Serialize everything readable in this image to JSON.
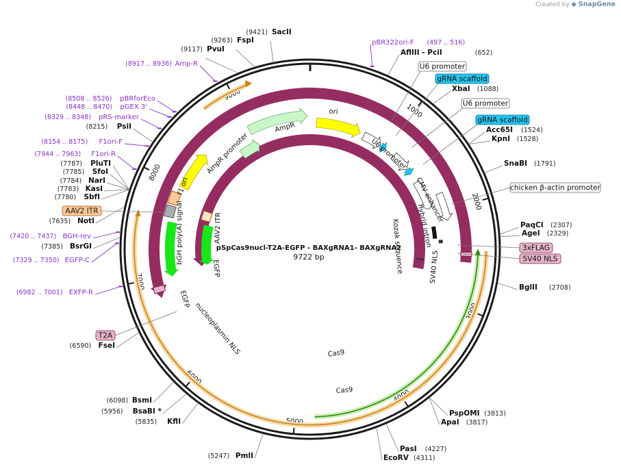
{
  "credit": {
    "prefix": "Created by",
    "brand": "SnapGene"
  },
  "plasmid": {
    "name": "pSpCas9nucl-T2A-EGFP - BAXgRNA1- BAXgRNA2",
    "length": "9722 bp"
  },
  "ticks": [
    "1000",
    "2000",
    "3000",
    "4000",
    "5000",
    "6000",
    "7000",
    "8000",
    "9000"
  ],
  "sites": [
    {
      "name": "SacII",
      "pos": "(9421)"
    },
    {
      "name": "FspI",
      "pos": "(9263)"
    },
    {
      "name": "PvuI",
      "pos": "(9117)"
    },
    {
      "name": "PsiI",
      "pos": "(8215)"
    },
    {
      "name": "PluTI",
      "pos": "(7787)"
    },
    {
      "name": "SfoI",
      "pos": "(7785)"
    },
    {
      "name": "NarI",
      "pos": "(7784)"
    },
    {
      "name": "KasI",
      "pos": "(7783)"
    },
    {
      "name": "SbfI",
      "pos": "(7780)"
    },
    {
      "name": "NotI",
      "pos": "(7635)"
    },
    {
      "name": "BsrGI",
      "pos": "(7385)"
    },
    {
      "name": "FseI",
      "pos": "(6590)"
    },
    {
      "name": "BsmI",
      "pos": "(6098)"
    },
    {
      "name": "BsaBI *",
      "pos": "(5956)"
    },
    {
      "name": "KflI",
      "pos": "(5835)"
    },
    {
      "name": "PmlI",
      "pos": "(5247)"
    },
    {
      "name": "AflIII  - PciI",
      "pos": "(652)"
    },
    {
      "name": "XbaI",
      "pos": "(1088)"
    },
    {
      "name": "Acc65I",
      "pos": "(1524)"
    },
    {
      "name": "KpnI",
      "pos": "(1528)"
    },
    {
      "name": "SnaBI",
      "pos": "(1791)"
    },
    {
      "name": "PaqCI",
      "pos": "(2307)"
    },
    {
      "name": "AgeI",
      "pos": "(2329)"
    },
    {
      "name": "BglII",
      "pos": "(2708)"
    },
    {
      "name": "PspOMI",
      "pos": "(3813)"
    },
    {
      "name": "ApaI",
      "pos": "(3817)"
    },
    {
      "name": "PasI",
      "pos": "(4227)"
    },
    {
      "name": "EcoRV",
      "pos": "(4311)"
    }
  ],
  "primers": [
    {
      "name": "Amp-R",
      "pos": "(8917 .. 8936)"
    },
    {
      "name": "pBRforEco",
      "pos": "(8508 .. 8526)"
    },
    {
      "name": "pGEX 3'",
      "pos": "(8448 .. 8470)"
    },
    {
      "name": "pRS-marker",
      "pos": "(8329 .. 8348)"
    },
    {
      "name": "F1ori-F",
      "pos": "(8154 .. 8175)"
    },
    {
      "name": "F1ori-R",
      "pos": "(7944 .. 7963)"
    },
    {
      "name": "BGH-rev",
      "pos": "(7420 .. 7437)"
    },
    {
      "name": "EGFP-C",
      "pos": "(7329 .. 7350)"
    },
    {
      "name": "EXFP-R",
      "pos": "(6982 .. 7001)"
    },
    {
      "name": "pBR322ori-F",
      "pos": "(497 .. 516)"
    }
  ],
  "boxes": {
    "u6_promoter_1": "U6 promoter",
    "grna_scaffold_1": "gRNA scaffold",
    "u6_promoter_2": "U6 promoter",
    "grna_scaffold_2": "gRNA scaffold",
    "cba_promoter": "chicken β-actin promoter",
    "flag": "3xFLAG",
    "sv40": "SV40 NLS",
    "aav2": "AAV2 ITR",
    "t2a": "T2A"
  },
  "features": {
    "ori": "ori",
    "ampr": "AmpR",
    "ampr_promoter": "AmpR promoter",
    "f1_ori": "f1 ori",
    "bgh": "bGH poly(A) signal",
    "aav2_itr": "AAV2 ITR",
    "egfp_inner": "EGFP",
    "egfp_outer": "EGFP",
    "nucleoplasmin": "nucleoplasmin NLS",
    "cas9_inner": "Cas9",
    "cas9_outer": "Cas9",
    "u6_promoter": "U6 promoter",
    "cmv": "CMV enhancer",
    "hybrid": "hybrid intron",
    "kozak": "Kozak sequence",
    "sv40_nls": "SV40 NLS"
  },
  "colors": {
    "backbone": "#1a1a1a",
    "orange_line": "#c9821b",
    "orange_glow": "#f6d9a6",
    "green_line": "#2b8a13",
    "green_glow": "#c8eeb0",
    "cas9": "#952d62",
    "egfp": "#19e619",
    "ori": "#ffff00",
    "ampr": "#c8f8c8",
    "grna": "#27c4ee",
    "primer": "#8a2fc9",
    "aav2_box": "#fbc997",
    "pink_box": "#e6b4c8"
  }
}
